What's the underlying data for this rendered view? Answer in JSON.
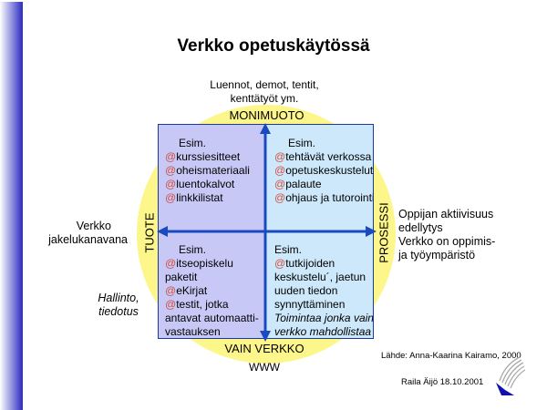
{
  "title": "Verkko opetuskäytössä",
  "top_note": [
    "Luennot, demot, tentit,",
    "kenttätyöt ym."
  ],
  "axis": {
    "top": "MONIMUOTO",
    "bottom": "VAIN VERKKO",
    "left": "TUOTE",
    "right": "PROSESSI"
  },
  "bottom_note": "WWW",
  "left_note": [
    "Verkko",
    "jakelukanavana"
  ],
  "left_italic": [
    "Hallinto,",
    "tiedotus"
  ],
  "right_note": [
    "Oppijan aktiivisuus",
    "edellytys",
    "Verkko on oppimis-",
    "ja työympäristö"
  ],
  "quadrants": {
    "tl": {
      "head": "Esim.",
      "items": [
        "kurssiesitteet",
        "oheismateriaali",
        "luentokalvot",
        "linkkilistat"
      ]
    },
    "tr": {
      "head": "Esim.",
      "items": [
        "tehtävät verkossa",
        "opetuskeskustelut",
        "palaute",
        "ohjaus ja tutorointi"
      ]
    },
    "bl": {
      "head": "Esim.",
      "lines": [
        "@itseopiskelu",
        "paketit",
        "@eKirjat",
        "@testit, jotka",
        "antavat automaatti-",
        "vastauksen"
      ]
    },
    "br": {
      "head": "Esim.",
      "lines": [
        "@tutkijoiden",
        "keskustelu´, jaetun",
        "uuden tiedon",
        "synnyttäminen"
      ],
      "italic": [
        "Toimintaa jonka vain",
        "verkko mahdollistaa"
      ]
    }
  },
  "at_symbol": "@",
  "source": "Lähde: Anna-Kaarina Kairamo, 2000",
  "author": "Raila Äijö 18.10.2001"
}
